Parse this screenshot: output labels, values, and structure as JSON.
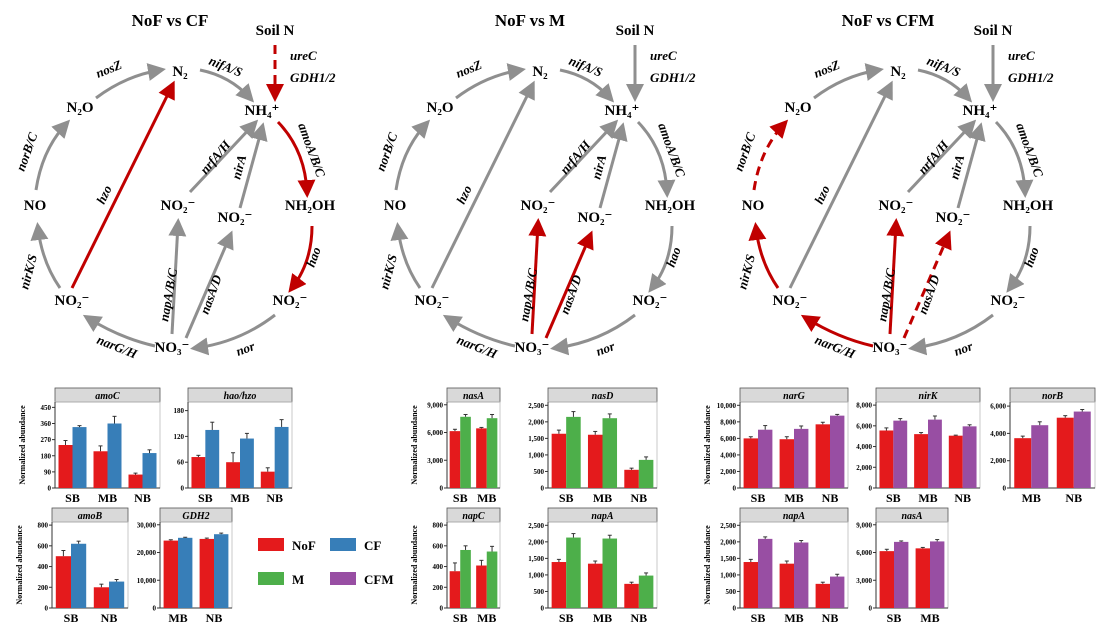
{
  "colors": {
    "red": "#c00000",
    "gray": "#8f8f8f",
    "nor_label": "#b0b0b0",
    "NoF": "#e41a1c",
    "CF": "#377eb8",
    "M": "#4daf4a",
    "CFM": "#984ea3"
  },
  "nodes": {
    "soil": "Soil N",
    "N2": "N₂",
    "NH4": "NH₄⁺",
    "N2O": "N₂O",
    "NO": "NO",
    "NO2L": "NO₂⁻",
    "NO3": "NO₃⁻",
    "NO2R": "NO₂⁻",
    "NH2OH": "NH₂OH",
    "NO2M": "NO₂⁻",
    "NO2I": "NO₂⁻"
  },
  "genes": {
    "ureC": "ureC",
    "GDH": "GDH1/2",
    "nifA": "nifA/S",
    "nosZ": "nosZ",
    "norB": "norB/C",
    "nirK": "nirK/S",
    "narG": "narG/H",
    "hzo": "hzo",
    "amoA": "amoA/B/C",
    "hao": "hao",
    "nor": "nor",
    "napA": "napA/B/C",
    "nasA": "nasA/D",
    "nrfA": "nrfA/H",
    "nirA": "nirA"
  },
  "panels": [
    {
      "title": "NoF vs CF",
      "red": [
        "ureC",
        "hzo",
        "amoA",
        "hao"
      ],
      "dashed": [
        "ureC"
      ]
    },
    {
      "title": "NoF vs M",
      "red": [
        "napA",
        "nasA"
      ],
      "dashed": []
    },
    {
      "title": "NoF vs CFM",
      "red": [
        "narG",
        "nirK",
        "napA",
        "norB",
        "nasA"
      ],
      "dashed": [
        "norB",
        "nasA"
      ]
    }
  ],
  "legend": [
    {
      "label": "NoF",
      "color": "#e41a1c"
    },
    {
      "label": "CF",
      "color": "#377eb8"
    },
    {
      "label": "M",
      "color": "#4daf4a"
    },
    {
      "label": "CFM",
      "color": "#984ea3"
    }
  ],
  "ylabel": "Normalized abundance",
  "chart_data": [
    {
      "type": "bar",
      "title": "amoC",
      "categories": [
        "SB",
        "MB",
        "NB"
      ],
      "ylim": [
        0,
        480
      ],
      "yticks": [
        "0",
        "90",
        "180",
        "270",
        "360",
        "450"
      ],
      "ytick_values": [
        0,
        90,
        180,
        270,
        360,
        450
      ],
      "series": [
        {
          "name": "NoF",
          "values": [
            240,
            205,
            75
          ],
          "err": [
            25,
            30,
            8
          ]
        },
        {
          "name": "CF",
          "values": [
            340,
            360,
            195
          ],
          "err": [
            8,
            40,
            18
          ]
        }
      ]
    },
    {
      "type": "bar",
      "title": "hao/hzo",
      "categories": [
        "SB",
        "MB",
        "NB"
      ],
      "ylim": [
        0,
        200
      ],
      "yticks": [
        "0",
        "60",
        "120",
        "180"
      ],
      "ytick_values": [
        0,
        60,
        120,
        180
      ],
      "series": [
        {
          "name": "NoF",
          "values": [
            72,
            60,
            38
          ],
          "err": [
            4,
            22,
            9
          ]
        },
        {
          "name": "CF",
          "values": [
            135,
            115,
            142
          ],
          "err": [
            18,
            12,
            17
          ]
        }
      ]
    },
    {
      "type": "bar",
      "title": "amoB",
      "categories": [
        "SB",
        "NB"
      ],
      "ylim": [
        0,
        830
      ],
      "yticks": [
        "0",
        "200",
        "400",
        "600",
        "800"
      ],
      "ytick_values": [
        0,
        200,
        400,
        600,
        800
      ],
      "series": [
        {
          "name": "NoF",
          "values": [
            500,
            200
          ],
          "err": [
            55,
            30
          ]
        },
        {
          "name": "CF",
          "values": [
            620,
            255
          ],
          "err": [
            25,
            20
          ]
        }
      ]
    },
    {
      "type": "bar",
      "title": "GDH2",
      "categories": [
        "MB",
        "NB"
      ],
      "ylim": [
        0,
        31000
      ],
      "yticks": [
        "0",
        "10,000",
        "20,000",
        "30,000"
      ],
      "ytick_values": [
        0,
        10000,
        20000,
        30000
      ],
      "series": [
        {
          "name": "NoF",
          "values": [
            24300,
            24900
          ],
          "err": [
            300,
            300
          ]
        },
        {
          "name": "CF",
          "values": [
            25300,
            26600
          ],
          "err": [
            200,
            400
          ]
        }
      ]
    },
    {
      "type": "bar",
      "title": "nasA",
      "categories": [
        "SB",
        "MB"
      ],
      "ylim": [
        0,
        9300
      ],
      "yticks": [
        "0",
        "3,000",
        "6,000",
        "9,000"
      ],
      "ytick_values": [
        0,
        3000,
        6000,
        9000
      ],
      "series": [
        {
          "name": "NoF",
          "values": [
            6150,
            6450
          ],
          "err": [
            200,
            100
          ]
        },
        {
          "name": "M",
          "values": [
            7700,
            7550
          ],
          "err": [
            250,
            400
          ]
        }
      ]
    },
    {
      "type": "bar",
      "title": "nasD",
      "categories": [
        "SB",
        "MB",
        "NB"
      ],
      "ylim": [
        0,
        2600
      ],
      "yticks": [
        "0",
        "500",
        "1,000",
        "1,500",
        "2,000",
        "2,500"
      ],
      "ytick_values": [
        0,
        500,
        1000,
        1500,
        2000,
        2500
      ],
      "series": [
        {
          "name": "NoF",
          "values": [
            1640,
            1610,
            550
          ],
          "err": [
            110,
            100,
            50
          ]
        },
        {
          "name": "M",
          "values": [
            2150,
            2110,
            850
          ],
          "err": [
            160,
            130,
            90
          ]
        }
      ]
    },
    {
      "type": "bar",
      "title": "napC",
      "categories": [
        "SB",
        "MB"
      ],
      "ylim": [
        0,
        830
      ],
      "yticks": [
        "0",
        "200",
        "400",
        "600",
        "800"
      ],
      "ytick_values": [
        0,
        200,
        400,
        600,
        800
      ],
      "series": [
        {
          "name": "NoF",
          "values": [
            355,
            410
          ],
          "err": [
            80,
            50
          ]
        },
        {
          "name": "M",
          "values": [
            560,
            545
          ],
          "err": [
            40,
            50
          ]
        }
      ]
    },
    {
      "type": "bar",
      "title": "napA",
      "categories": [
        "SB",
        "MB",
        "NB"
      ],
      "ylim": [
        0,
        2600
      ],
      "yticks": [
        "0",
        "500",
        "1,000",
        "1,500",
        "2,000",
        "2,500"
      ],
      "ytick_values": [
        0,
        500,
        1000,
        1500,
        2000,
        2500
      ],
      "series": [
        {
          "name": "NoF",
          "values": [
            1390,
            1340,
            730
          ],
          "err": [
            80,
            80,
            50
          ]
        },
        {
          "name": "M",
          "values": [
            2130,
            2100,
            980
          ],
          "err": [
            120,
            100,
            80
          ]
        }
      ]
    },
    {
      "type": "bar",
      "title": "narG",
      "categories": [
        "SB",
        "MB",
        "NB"
      ],
      "ylim": [
        0,
        10400
      ],
      "yticks": [
        "0",
        "2,000",
        "4,000",
        "6,000",
        "8,000",
        "10,000"
      ],
      "ytick_values": [
        0,
        2000,
        4000,
        6000,
        8000,
        10000
      ],
      "series": [
        {
          "name": "NoF",
          "values": [
            6000,
            5900,
            7700
          ],
          "err": [
            200,
            300,
            250
          ]
        },
        {
          "name": "CFM",
          "values": [
            7050,
            7150,
            8750
          ],
          "err": [
            500,
            350,
            150
          ]
        }
      ]
    },
    {
      "type": "bar",
      "title": "nirK",
      "categories": [
        "SB",
        "MB",
        "NB"
      ],
      "ylim": [
        0,
        8300
      ],
      "yticks": [
        "0",
        "2,000",
        "4,000",
        "6,000",
        "8,000"
      ],
      "ytick_values": [
        0,
        2000,
        4000,
        6000,
        8000
      ],
      "series": [
        {
          "name": "NoF",
          "values": [
            5550,
            5200,
            5050
          ],
          "err": [
            250,
            150,
            50
          ]
        },
        {
          "name": "CFM",
          "values": [
            6500,
            6600,
            5950
          ],
          "err": [
            200,
            350,
            150
          ]
        }
      ]
    },
    {
      "type": "bar",
      "title": "norB",
      "categories": [
        "MB",
        "NB"
      ],
      "ylim": [
        0,
        6300
      ],
      "yticks": [
        "0",
        "2,000",
        "4,000",
        "6,000"
      ],
      "ytick_values": [
        0,
        2000,
        4000,
        6000
      ],
      "series": [
        {
          "name": "NoF",
          "values": [
            3650,
            5150
          ],
          "err": [
            150,
            150
          ]
        },
        {
          "name": "CFM",
          "values": [
            4600,
            5600
          ],
          "err": [
            250,
            150
          ]
        }
      ]
    },
    {
      "type": "bar",
      "title": "napA",
      "categories": [
        "SB",
        "MB",
        "NB"
      ],
      "ylim": [
        0,
        2600
      ],
      "yticks": [
        "0",
        "500",
        "1,000",
        "1,500",
        "2,000",
        "2,500"
      ],
      "ytick_values": [
        0,
        500,
        1000,
        1500,
        2000,
        2500
      ],
      "series": [
        {
          "name": "NoF",
          "values": [
            1390,
            1340,
            730
          ],
          "err": [
            80,
            80,
            50
          ]
        },
        {
          "name": "CFM",
          "values": [
            2090,
            1980,
            950
          ],
          "err": [
            60,
            60,
            70
          ]
        }
      ]
    },
    {
      "type": "bar",
      "title": "nasA",
      "categories": [
        "SB",
        "MB"
      ],
      "ylim": [
        0,
        9300
      ],
      "yticks": [
        "0",
        "3,000",
        "6,000",
        "9,000"
      ],
      "ytick_values": [
        0,
        3000,
        6000,
        9000
      ],
      "series": [
        {
          "name": "NoF",
          "values": [
            6150,
            6450
          ],
          "err": [
            200,
            100
          ]
        },
        {
          "name": "CFM",
          "values": [
            7150,
            7200
          ],
          "err": [
            100,
            200
          ]
        }
      ]
    }
  ]
}
